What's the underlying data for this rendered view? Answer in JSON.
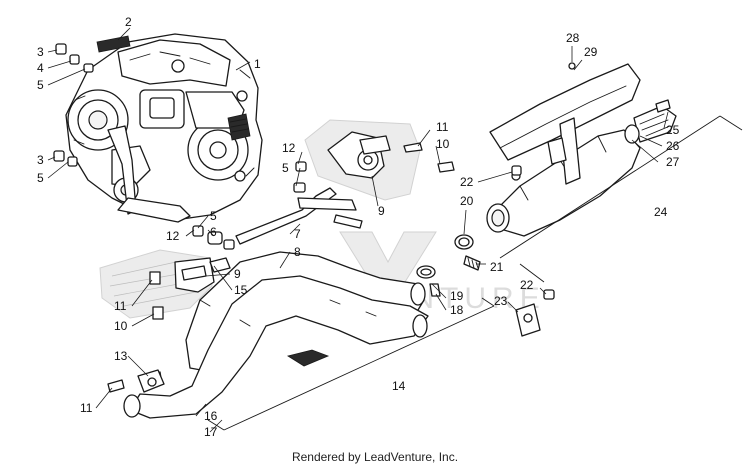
{
  "diagram": {
    "callouts": {
      "c1": "1",
      "c2": "2",
      "c3a": "3",
      "c3b": "3",
      "c4": "4",
      "c5a": "5",
      "c5b": "5",
      "c5c": "5",
      "c5d": "5",
      "c6": "6",
      "c7": "7",
      "c8": "8",
      "c9a": "9",
      "c9b": "9",
      "c10a": "10",
      "c10b": "10",
      "c11a": "11",
      "c11b": "11",
      "c11c": "11",
      "c12a": "12",
      "c12b": "12",
      "c13": "13",
      "c14": "14",
      "c15": "15",
      "c16": "16",
      "c17": "17",
      "c18": "18",
      "c19": "19",
      "c20": "20",
      "c21": "21",
      "c22a": "22",
      "c22b": "22",
      "c23": "23",
      "c24": "24",
      "c25": "25",
      "c26": "26",
      "c27": "27",
      "c28": "28",
      "c29": "29"
    },
    "watermark": "LEADVENTURE"
  },
  "footer": {
    "credit": "Rendered by LeadVenture, Inc."
  }
}
